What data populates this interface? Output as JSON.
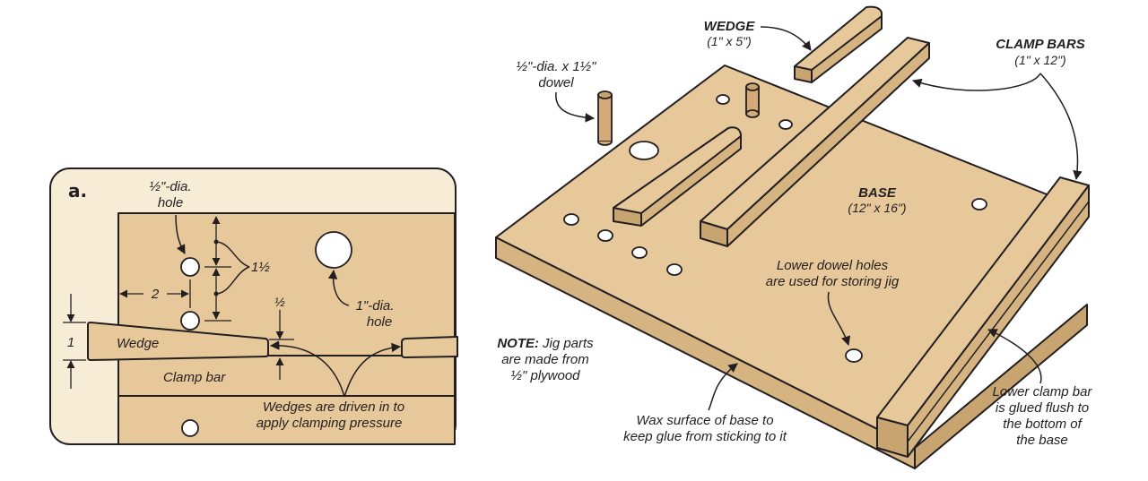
{
  "detail": {
    "badge": "a.",
    "hole_small_1": "½\"-dia.",
    "hole_small_2": "hole",
    "dim_spacing": "1½",
    "dim_offset": "2",
    "dim_wedge_gap": "½",
    "dim_wedge_width": "1",
    "hole_large_1": "1\"-dia.",
    "hole_large_2": "hole",
    "wedge_label": "Wedge",
    "clamp_bar_label": "Clamp bar",
    "note_1": "Wedges are driven in to",
    "note_2": "apply clamping pressure"
  },
  "main": {
    "wedge_title": "WEDGE",
    "wedge_size": "(1\" x 5\")",
    "dowel_1": "½\"-dia. x 1½\"",
    "dowel_2": "dowel",
    "clamp_bars_title": "CLAMP BARS",
    "clamp_bars_size": "(1\" x 12\")",
    "base_title": "BASE",
    "base_size": "(12\" x 16\")",
    "lower_holes_1": "Lower dowel holes",
    "lower_holes_2": "are used for storing jig",
    "note_title": "NOTE:",
    "note_1": "Jig parts",
    "note_2": "are made from",
    "note_3": "½\" plywood",
    "wax_1": "Wax surface of base to",
    "wax_2": "keep glue from sticking to it",
    "lower_bar_1": "Lower clamp bar",
    "lower_bar_2": "is glued flush to",
    "lower_bar_3": "the bottom of",
    "lower_bar_4": "the base"
  },
  "colors": {
    "panel_bg": "#f7ecd6",
    "wood": "#e6c89a",
    "wood_dark": "#c8a470",
    "dowel": "#d4aa78",
    "ink": "#231f20"
  }
}
